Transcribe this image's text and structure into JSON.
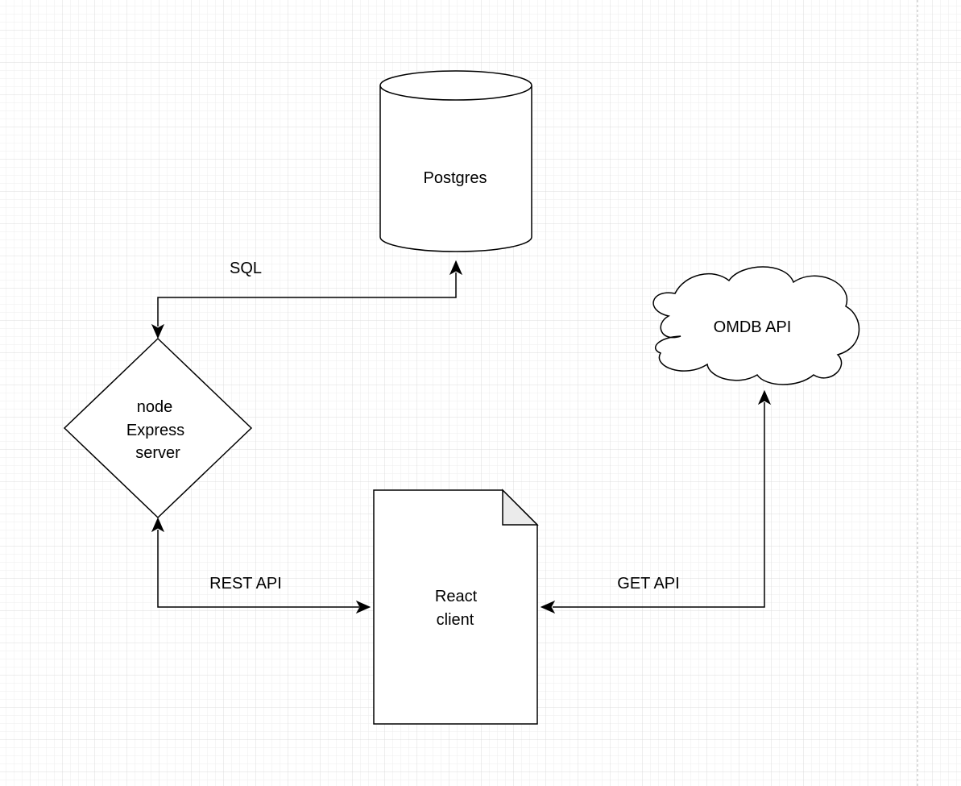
{
  "colors": {
    "background": "#ffffff",
    "grid_minor": "#eeeeee",
    "grid_major": "#dcdcdc",
    "stroke": "#000000",
    "shape_fill": "#ffffff",
    "page_fold_fill": "#ebebeb",
    "page_boundary": "#cfcfcf"
  },
  "nodes": {
    "postgres": {
      "label": "Postgres",
      "shape": "cylinder"
    },
    "omdb": {
      "label": "OMDB API",
      "shape": "cloud"
    },
    "express": {
      "label_lines": [
        "node",
        "Express",
        "server"
      ],
      "shape": "diamond"
    },
    "react": {
      "label_lines": [
        "React",
        "client"
      ],
      "shape": "document"
    }
  },
  "edges": {
    "sql": {
      "label": "SQL",
      "from": "express",
      "to": "postgres",
      "direction": "both"
    },
    "rest": {
      "label": "REST API",
      "from": "express",
      "to": "react",
      "direction": "both"
    },
    "get": {
      "label": "GET API",
      "from": "react",
      "to": "omdb",
      "direction": "both"
    }
  }
}
